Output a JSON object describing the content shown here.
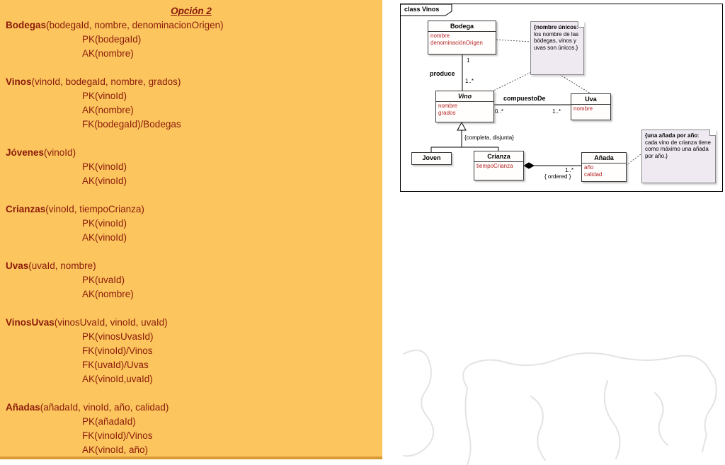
{
  "colors": {
    "panel_bg": "#fcc55e",
    "panel_text": "#8b1a0a",
    "diagram_attr_text": "#b22222",
    "note_bg": "#efeaf2"
  },
  "left_panel": {
    "title": "Opción 2",
    "relations": [
      {
        "name": "Bodegas",
        "attrs": "(bodegaId, nombre, denominacionOrigen)",
        "lines": [
          "PK(bodegaId)",
          "AK(nombre)"
        ]
      },
      {
        "name": "Vinos",
        "attrs": "(vinoId, bodegaId, nombre, grados)",
        "lines": [
          "PK(vinoId)",
          "AK(nombre)",
          "FK(bodegaId)/Bodegas"
        ]
      },
      {
        "name": "Jóvenes",
        "attrs": "(vinoId)",
        "lines": [
          "PK(vinoId)",
          "AK(vinoId)"
        ]
      },
      {
        "name": "Crianzas",
        "attrs": "(vinoId, tiempoCrianza)",
        "lines": [
          "PK(vinoId)",
          "AK(vinoId)"
        ]
      },
      {
        "name": "Uvas",
        "attrs": "(uvaId, nombre)",
        "lines": [
          "PK(uvaId)",
          "AK(nombre)"
        ]
      },
      {
        "name": "VinosUvas",
        "attrs": "(vinosUvaId, vinoId, uvaId)",
        "lines": [
          "PK(vinosUvasId)",
          "FK(vinoId)/Vinos",
          "FK(uvaId)/Uvas",
          "AK(vinoId,uvaId)"
        ]
      },
      {
        "name": "Añadas",
        "attrs": "(añadaId,  vinoId, año, calidad)",
        "lines": [
          "PK(añadaId)",
          "FK(vinoId)/Vinos",
          "AK(vinoId, año)"
        ]
      }
    ]
  },
  "diagram": {
    "frame_label": "class Vinos",
    "classes": {
      "bodega": {
        "title": "Bodega",
        "attrs": [
          "nombre",
          "denominaciónOrigen"
        ]
      },
      "vino": {
        "title": "Vino",
        "attrs": [
          "nombre",
          "grados"
        ]
      },
      "uva": {
        "title": "Uva",
        "attrs": [
          "nombre"
        ]
      },
      "joven": {
        "title": "Joven",
        "attrs": []
      },
      "crianza": {
        "title": "Crianza",
        "attrs": [
          "tiempoCrianza"
        ]
      },
      "anada": {
        "title": "Añada",
        "attrs": [
          "año",
          "calidad"
        ]
      }
    },
    "labels": {
      "produce": "produce",
      "produce_mult_bodega": "1",
      "produce_mult_vino": "1..*",
      "compuesto": "compuestoDe",
      "compuesto_mult_vino": "0..*",
      "compuesto_mult_uva": "1..*",
      "generalization": "{completa, disjunta}",
      "composition_mult": "1..*",
      "composition_constraint": "{ ordered }"
    },
    "notes": {
      "nombres": {
        "bold": "{nombre únicos",
        "rest": ": los nombre de las bódegas, vinos y uvas son únicos.}"
      },
      "anada": {
        "bold": "{una añada por año",
        "rest": ": cada vino de crianza tiene como máximo una añada por año.}"
      }
    }
  }
}
